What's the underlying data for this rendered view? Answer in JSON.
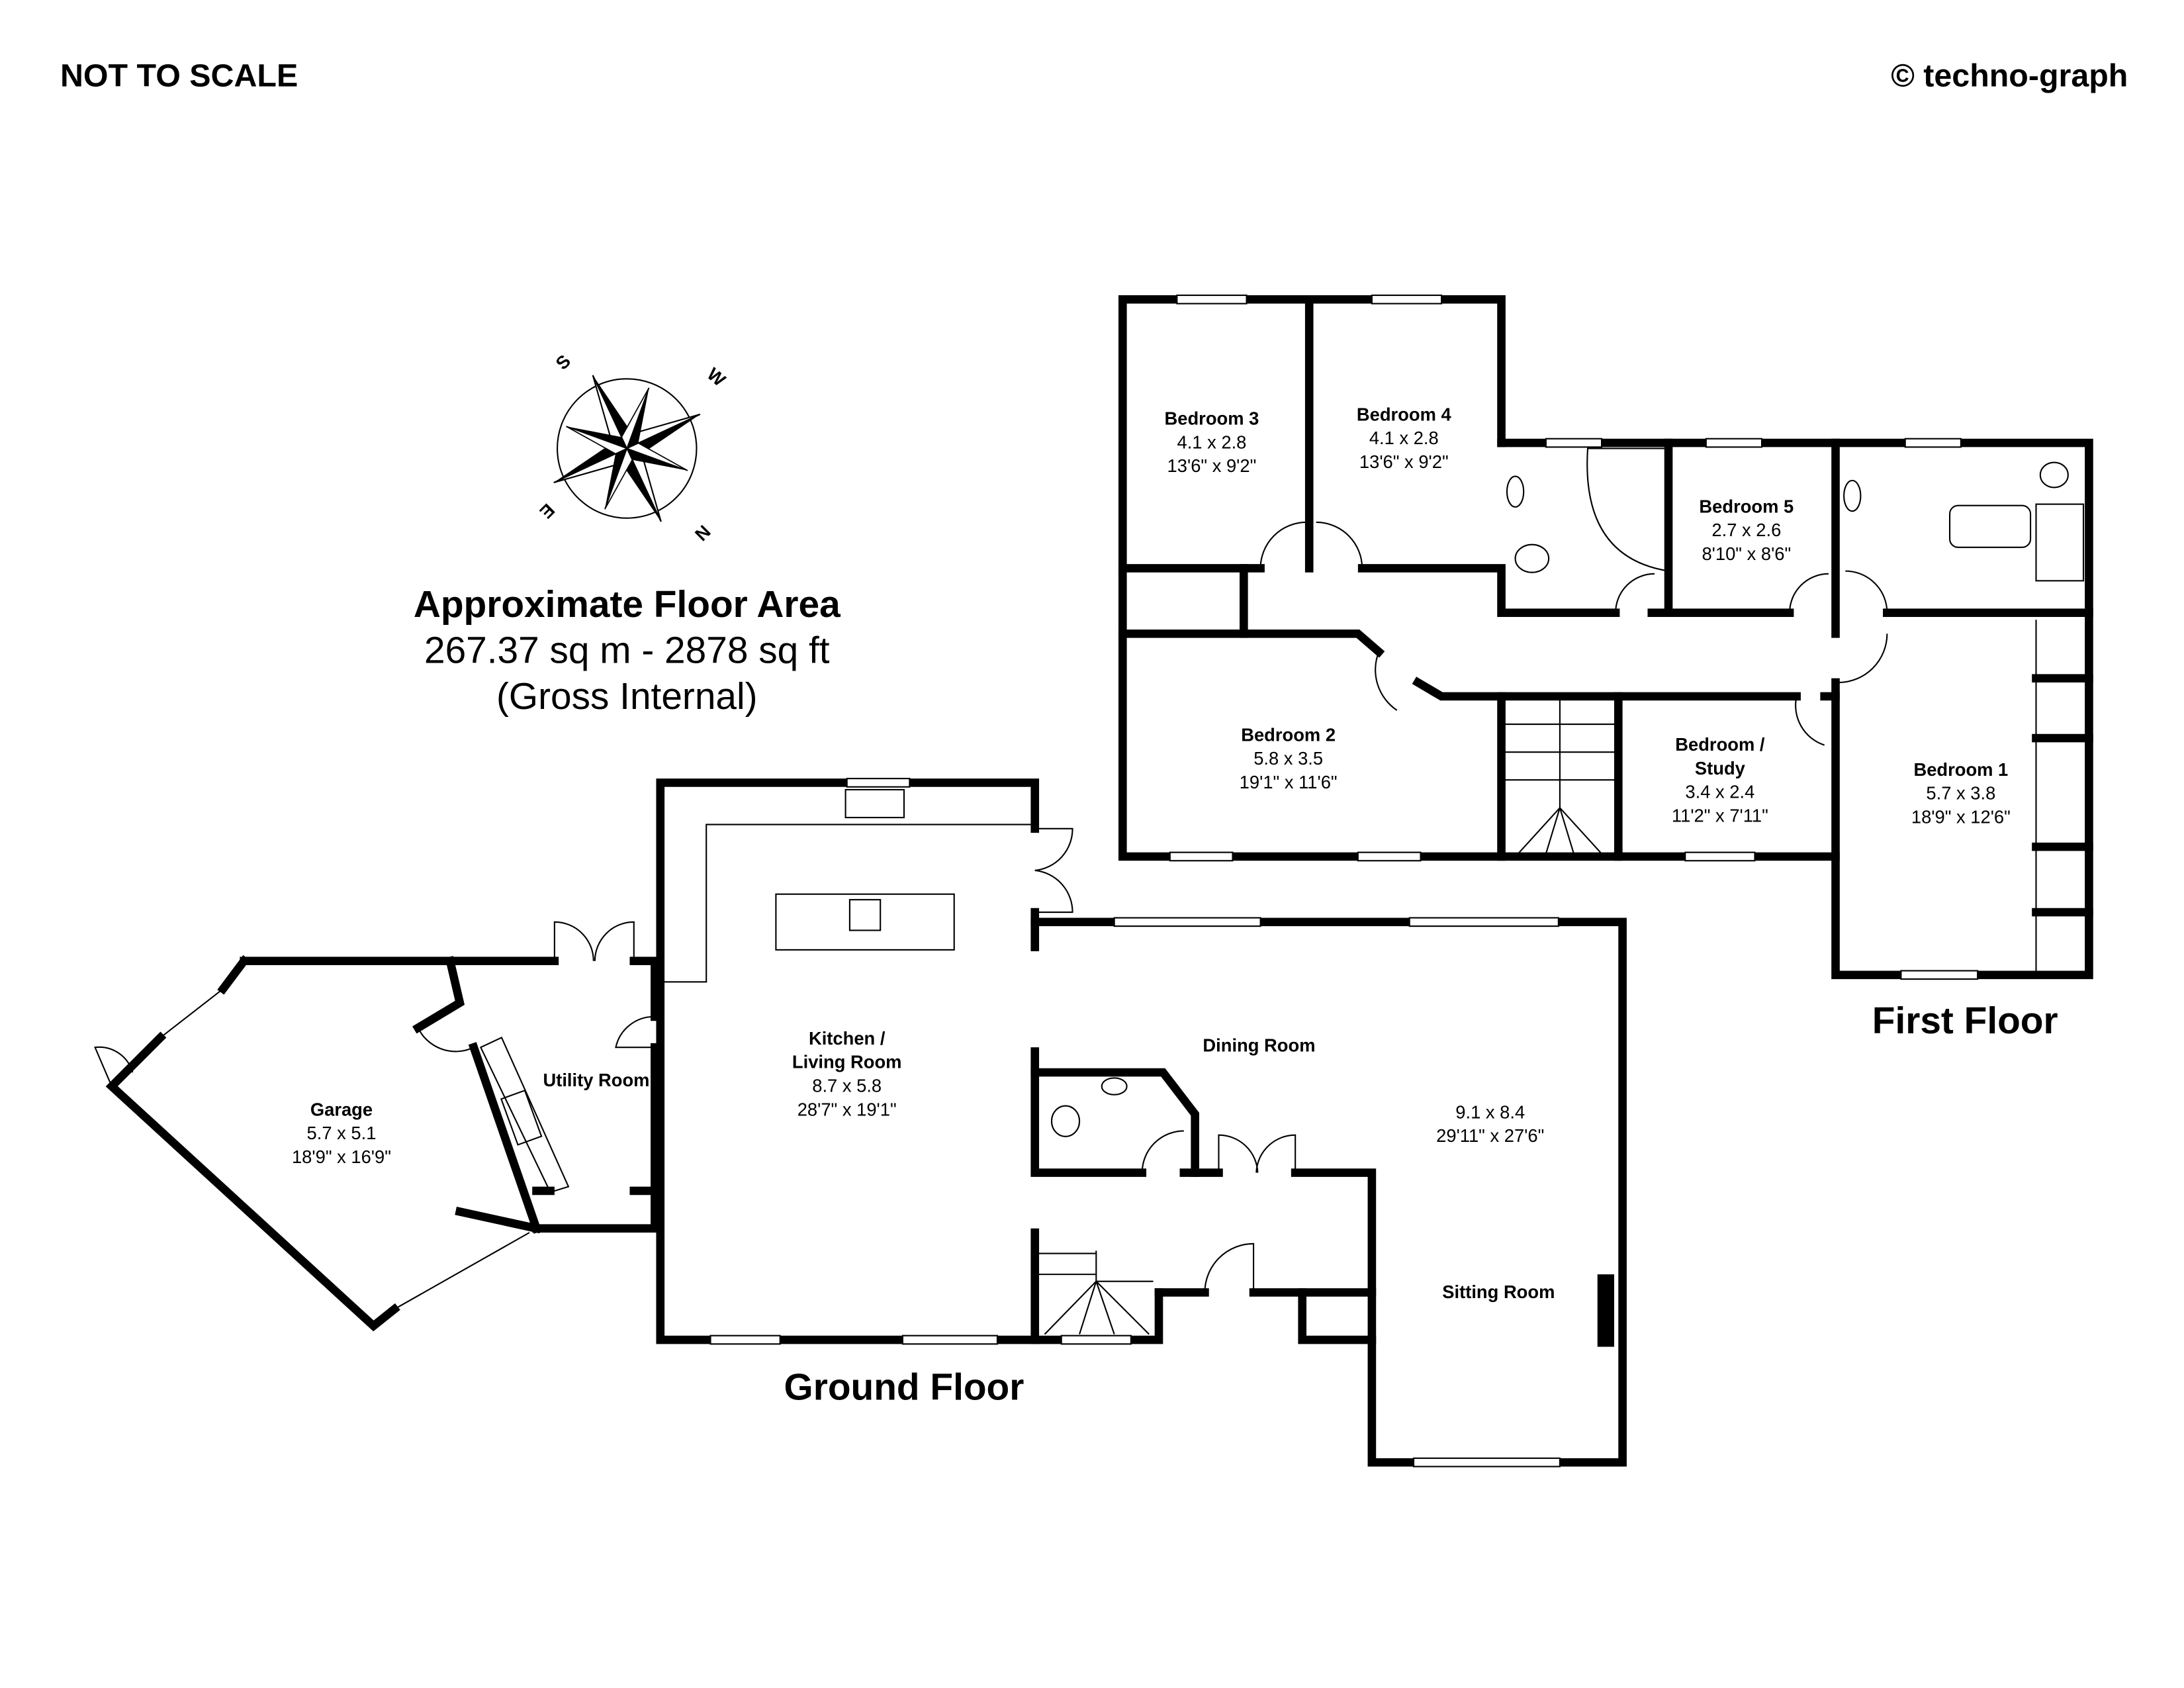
{
  "header": {
    "scale_note": "NOT TO SCALE",
    "copyright": "© techno-graph"
  },
  "floor_area": {
    "title": "Approximate Floor Area",
    "value": "267.37 sq m - 2878 sq ft",
    "note": "(Gross Internal)"
  },
  "compass": {
    "s": "S",
    "w": "W",
    "n": "N",
    "e": "E"
  },
  "floors": {
    "ground": "Ground Floor",
    "first": "First Floor"
  },
  "rooms": {
    "bedroom3": {
      "name": "Bedroom 3",
      "metric": "4.1 x 2.8",
      "imperial": "13'6\" x 9'2\""
    },
    "bedroom4": {
      "name": "Bedroom 4",
      "metric": "4.1 x 2.8",
      "imperial": "13'6\" x 9'2\""
    },
    "bedroom5": {
      "name": "Bedroom 5",
      "metric": "2.7 x 2.6",
      "imperial": "8'10\" x 8'6\""
    },
    "bedroom2": {
      "name": "Bedroom 2",
      "metric": "5.8 x 3.5",
      "imperial": "19'1\" x 11'6\""
    },
    "study": {
      "name1": "Bedroom /",
      "name2": "Study",
      "metric": "3.4 x 2.4",
      "imperial": "11'2\" x 7'11\""
    },
    "bedroom1": {
      "name": "Bedroom 1",
      "metric": "5.7 x 3.8",
      "imperial": "18'9\" x 12'6\""
    },
    "kitchen": {
      "name1": "Kitchen /",
      "name2": "Living Room",
      "metric": "8.7 x 5.8",
      "imperial": "28'7\" x 19'1\""
    },
    "utility": {
      "name": "Utility Room"
    },
    "garage": {
      "name": "Garage",
      "metric": "5.7 x 5.1",
      "imperial": "18'9\" x 16'9\""
    },
    "dining": {
      "name": "Dining Room"
    },
    "sitting": {
      "name": "Sitting Room",
      "metric": "9.1 x 8.4",
      "imperial": "29'11\" x 27'6\""
    }
  }
}
